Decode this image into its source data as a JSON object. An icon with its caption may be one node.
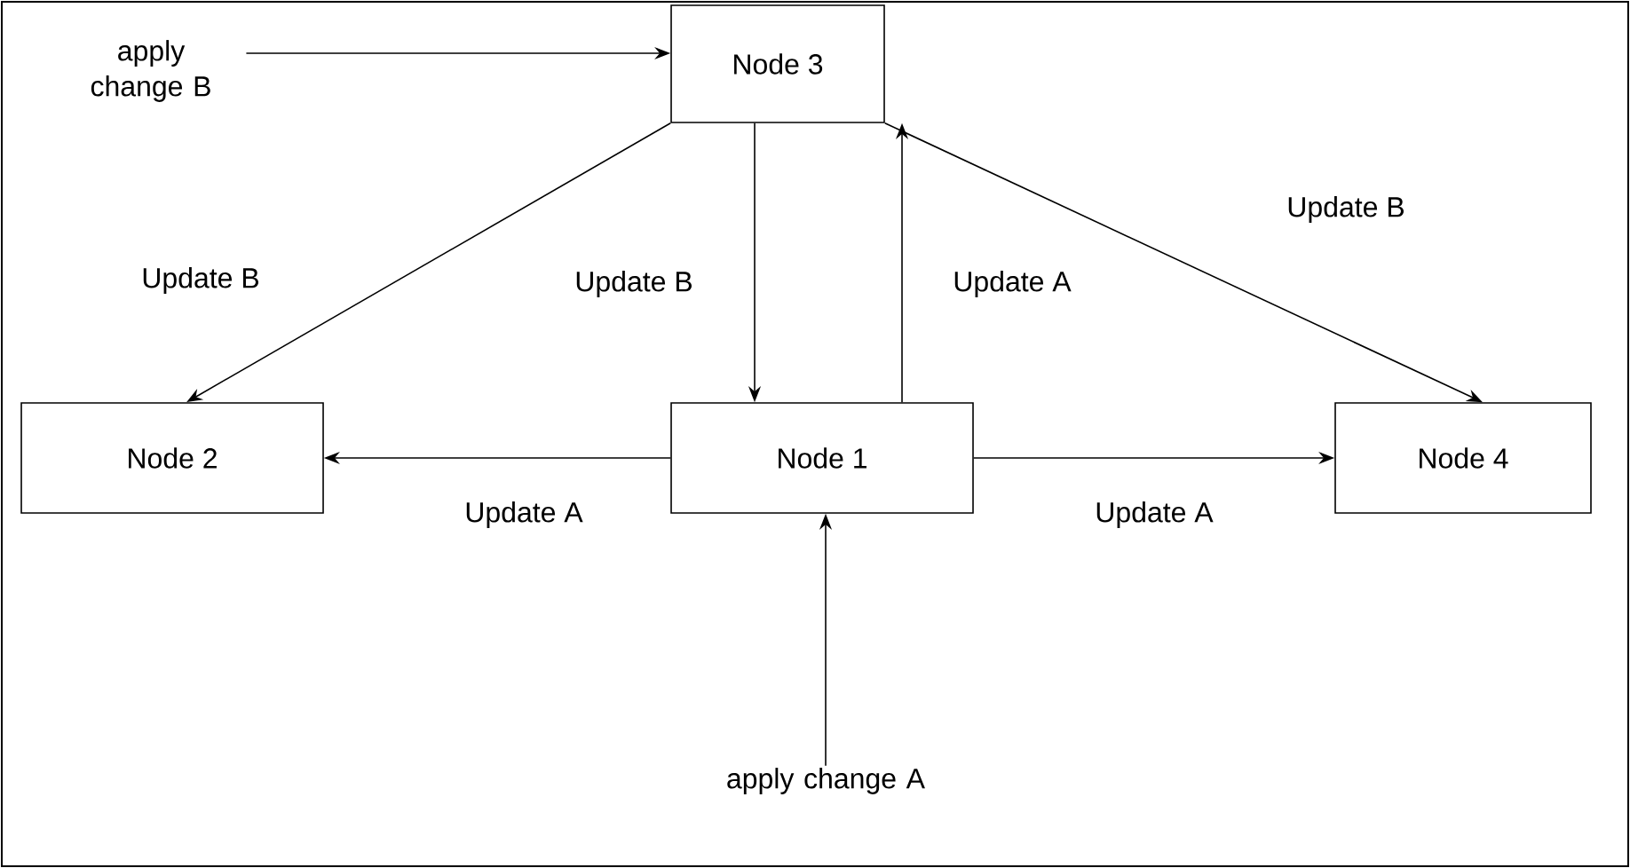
{
  "diagram": {
    "nodes": [
      {
        "text": [
          "apply change B"
        ]
      },
      {
        "text": [
          "Node 3"
        ]
      },
      {
        "text": [
          "Node 2"
        ]
      },
      {
        "text": [
          "Node 1"
        ]
      },
      {
        "text": [
          "Node 4"
        ]
      },
      {
        "text": [
          "apply change A"
        ]
      }
    ],
    "edges": [
      {
        "from": 0,
        "to": 1,
        "arrow": "to"
      },
      {
        "from": 1,
        "to": 2,
        "arrow": "to",
        "label": "Update B"
      },
      {
        "from": 1,
        "to": 3,
        "arrow": "to",
        "label": "Update B"
      },
      {
        "from": 3,
        "to": 1,
        "arrow": "to",
        "label": "Update A"
      },
      {
        "from": 1,
        "to": 4,
        "arrow": "to",
        "label": "Update B"
      },
      {
        "from": 3,
        "to": 2,
        "arrow": "to",
        "label": "Update A"
      },
      {
        "from": 3,
        "to": 4,
        "arrow": "to",
        "label": "Update A"
      },
      {
        "from": 5,
        "to": 3,
        "arrow": "to"
      }
    ]
  }
}
